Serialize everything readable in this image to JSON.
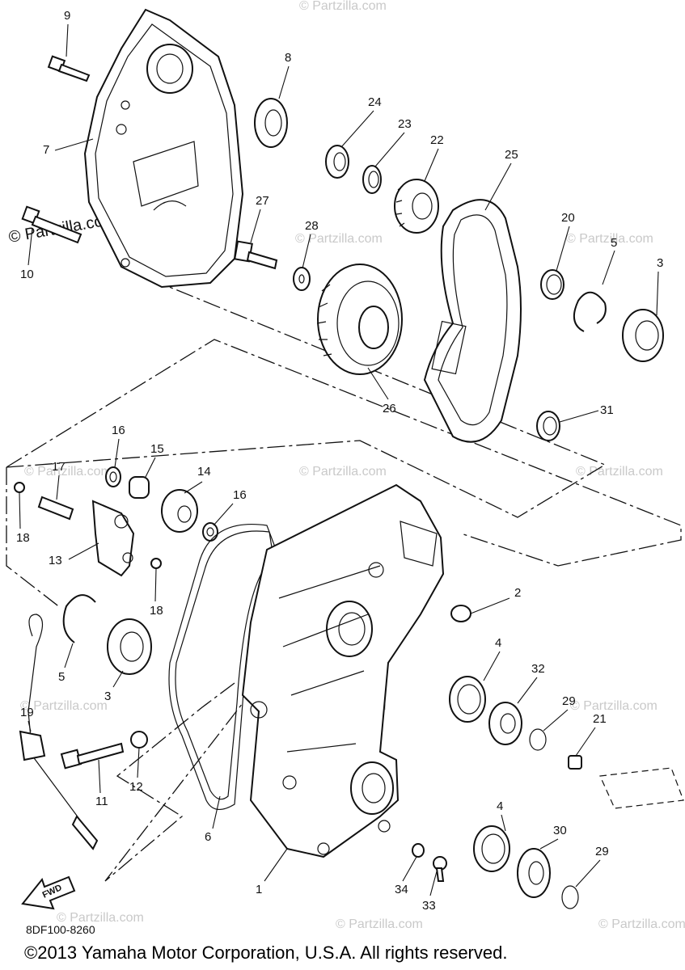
{
  "watermark": "© Partzilla.com",
  "doc_code": "8DF100-8260",
  "copyright": "©2013 Yamaha Motor Corporation, U.S.A. All rights reserved.",
  "fwd_label": "FWD",
  "callouts": [
    "1",
    "2",
    "3",
    "3",
    "4",
    "4",
    "5",
    "5",
    "6",
    "7",
    "8",
    "9",
    "10",
    "11",
    "12",
    "13",
    "14",
    "15",
    "16",
    "16",
    "17",
    "18",
    "18",
    "19",
    "20",
    "21",
    "22",
    "23",
    "24",
    "25",
    "26",
    "27",
    "28",
    "29",
    "29",
    "30",
    "31",
    "32",
    "33",
    "34"
  ]
}
